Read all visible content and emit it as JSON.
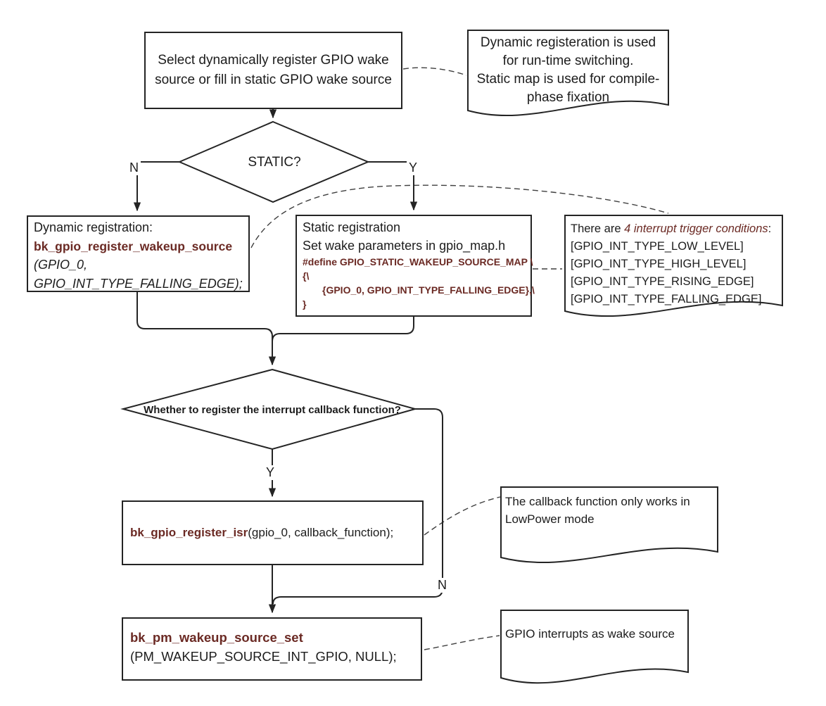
{
  "colors": {
    "accent": "#6b2a24",
    "line": "#242424",
    "background": "#ffffff"
  },
  "flowchart": {
    "start": {
      "text": "Select dynamically register GPIO wake\nsource or fill in static GPIO wake source"
    },
    "note_top": {
      "text": "Dynamic registeration is used\nfor run-time switching.\nStatic map is used for compile-\nphase fixation"
    },
    "decision_static": {
      "label": "STATIC?",
      "no_label": "N",
      "yes_label": "Y"
    },
    "dynamic_box": {
      "line1": "Dynamic registration:",
      "fn": "bk_gpio_register_wakeup_source",
      "arg1": "(GPIO_0,",
      "arg2": "GPIO_INT_TYPE_FALLING_EDGE);"
    },
    "static_box": {
      "line1": "Static registration",
      "line2": "Set wake parameters in gpio_map.h",
      "code1": "#define GPIO_STATIC_WAKEUP_SOURCE_MAP  \\",
      "code2": "{\\",
      "code3": "{GPIO_0, GPIO_INT_TYPE_FALLING_EDGE},\\",
      "code4": "}"
    },
    "note_triggers": {
      "prefix": "There are ",
      "emphasis": "4 interrupt trigger conditions",
      "suffix": ":",
      "items": [
        "[GPIO_INT_TYPE_LOW_LEVEL]",
        "[GPIO_INT_TYPE_HIGH_LEVEL]",
        "[GPIO_INT_TYPE_RISING_EDGE]",
        "[GPIO_INT_TYPE_FALLING_EDGE]"
      ]
    },
    "decision_callback": {
      "label": "Whether to register the interrupt callback function?",
      "yes_label": "Y",
      "no_label": "N"
    },
    "isr_box": {
      "fn": "bk_gpio_register_isr",
      "args": "(gpio_0, callback_function);"
    },
    "note_callback": {
      "text": "The callback function only works in\nLowPower mode"
    },
    "pm_box": {
      "fn": "bk_pm_wakeup_source_set",
      "args": "(PM_WAKEUP_SOURCE_INT_GPIO, NULL);"
    },
    "note_pm": {
      "text": "GPIO interrupts as wake source"
    }
  }
}
